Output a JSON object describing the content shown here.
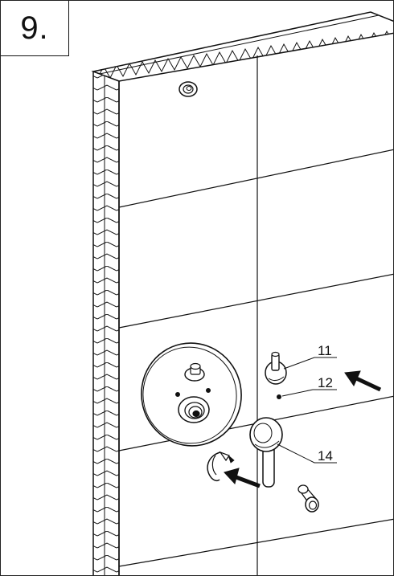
{
  "step": {
    "number": "9."
  },
  "callouts": [
    {
      "id": "11",
      "label": "11"
    },
    {
      "id": "12",
      "label": "12"
    },
    {
      "id": "14",
      "label": "14"
    }
  ],
  "colors": {
    "line": "#111111",
    "background": "#ffffff"
  },
  "icons": {
    "arrow": "push-arrow-icon",
    "rotation": "rotate-clockwise-icon"
  }
}
